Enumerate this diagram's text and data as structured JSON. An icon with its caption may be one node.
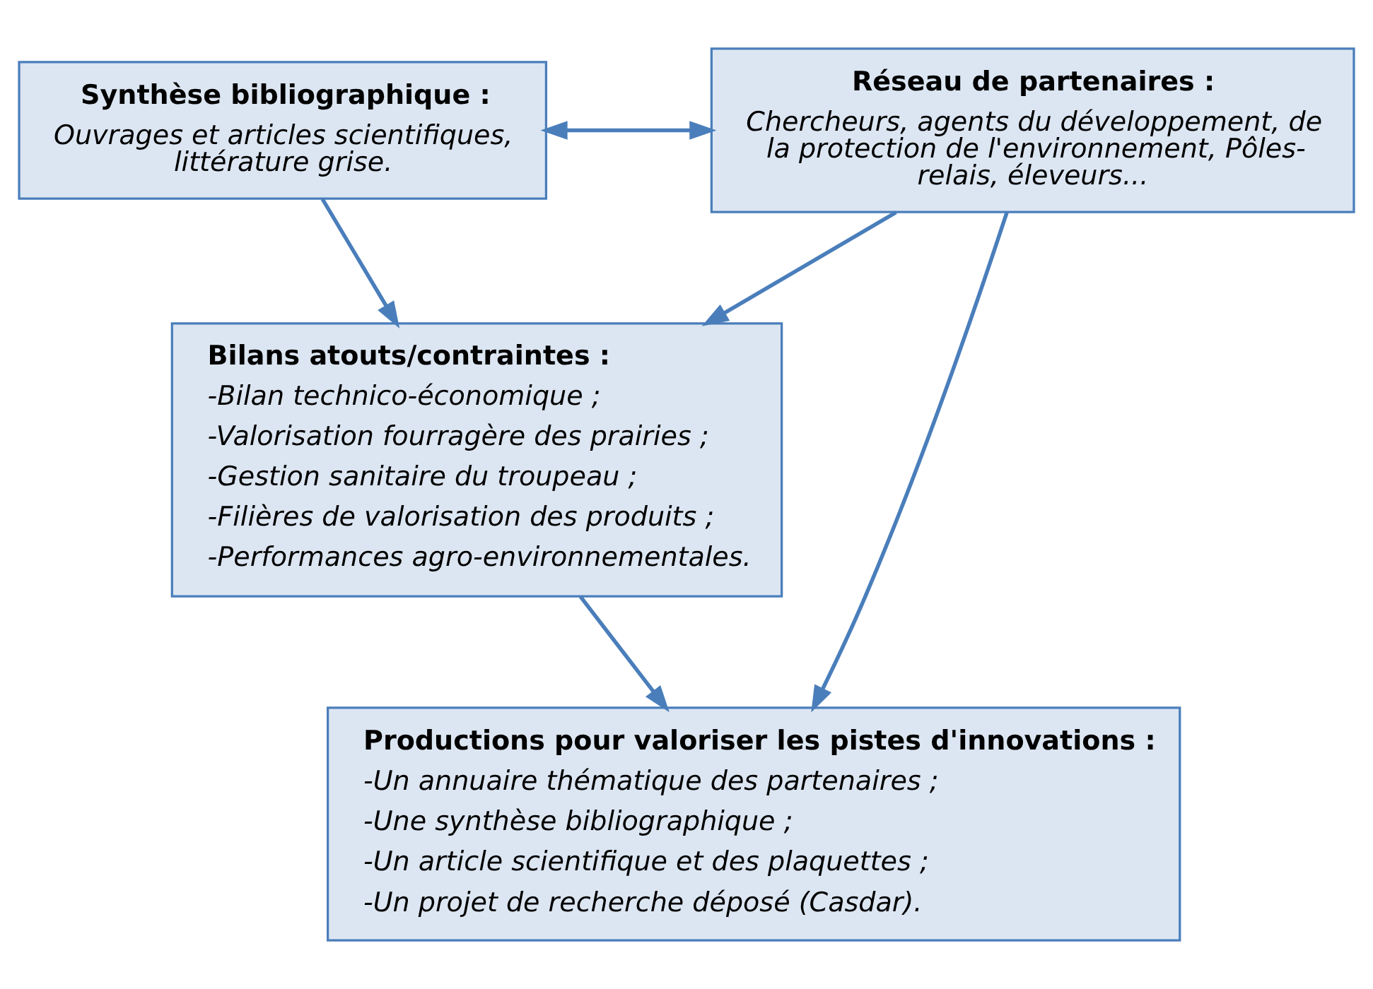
{
  "diagram": {
    "nodes": [
      {
        "text": [
          "Synthèse bibliographique :",
          "Ouvrages et articles scientifiques, littérature grise."
        ]
      },
      {
        "text": [
          "Réseau de partenaires :",
          "Chercheurs, agents du développement, de la protection de l'environnement, Pôles-relais, éleveurs..."
        ]
      },
      {
        "text": [
          "Bilans atouts/contraintes :",
          "-Bilan technico-économique ;",
          "-Valorisation fourragère des prairies ;",
          "-Gestion sanitaire du troupeau ;",
          "-Filières de valorisation des produits ;",
          "-Performances agro-environnementales."
        ]
      },
      {
        "text": [
          "Productions pour valoriser les pistes d'innovations :",
          "-Un annuaire thématique des partenaires ;",
          "-Une synthèse bibliographique ;",
          "-Un article scientifique et des plaquettes ;",
          "-Un projet de recherche déposé (Casdar)."
        ]
      }
    ],
    "edges": [
      {
        "from": 0,
        "to": 1,
        "arrow": "both"
      },
      {
        "from": 0,
        "to": 2,
        "arrow": "to"
      },
      {
        "from": 1,
        "to": 2,
        "arrow": "to"
      },
      {
        "from": 2,
        "to": 3,
        "arrow": "to"
      },
      {
        "from": 1,
        "to": 3,
        "arrow": "to"
      }
    ]
  }
}
